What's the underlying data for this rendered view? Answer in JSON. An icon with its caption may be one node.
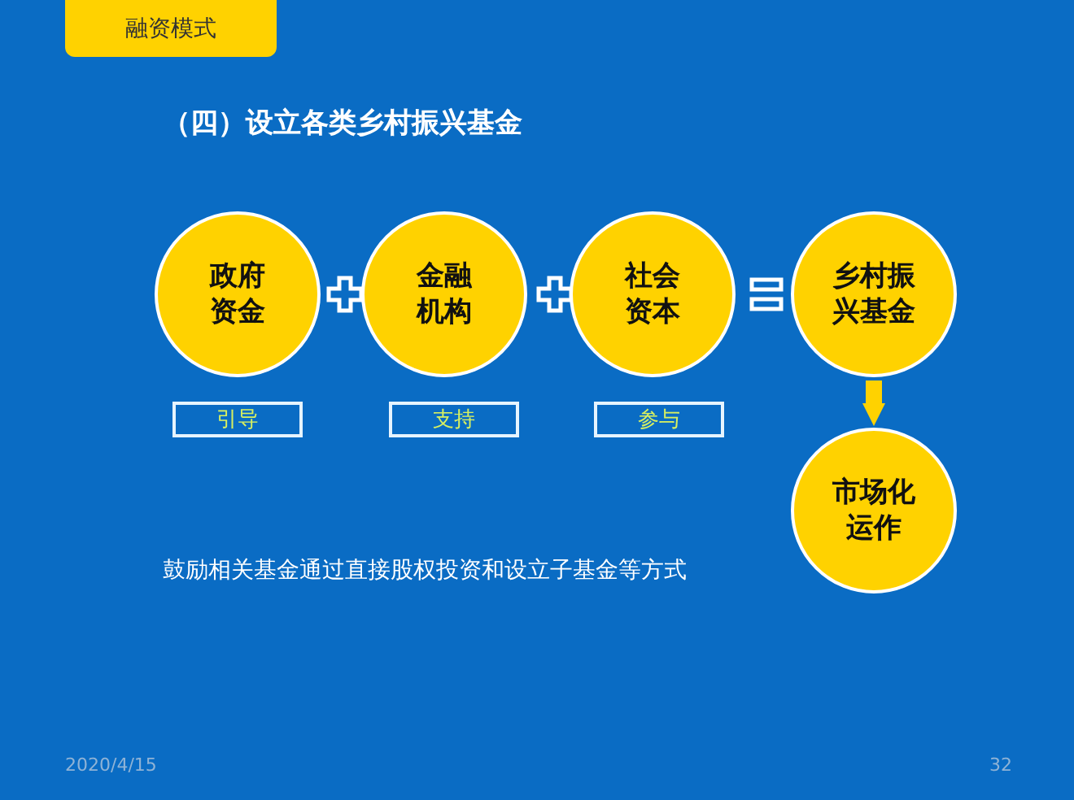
{
  "diagram": {
    "title": "（四）设立各类乡村振兴基金",
    "nodes": [
      {
        "text": [
          "融资模式"
        ]
      },
      {
        "text": [
          "政府资金"
        ]
      },
      {
        "text": [
          "金融机构"
        ]
      },
      {
        "text": [
          "社会资本"
        ]
      },
      {
        "text": [
          "乡村振兴基金"
        ]
      },
      {
        "text": [
          "引导"
        ]
      },
      {
        "text": [
          "支持"
        ]
      },
      {
        "text": [
          "参与"
        ]
      },
      {
        "text": [
          "市场化运作"
        ]
      }
    ],
    "edges": [
      {
        "from": 4,
        "to": 8,
        "arrow": "to",
        "color": "#ffd200"
      }
    ],
    "labels": [
      "鼓励相关基金通过直接股权投资和设立子基金等方式",
      "2020/4/15",
      "32"
    ]
  }
}
